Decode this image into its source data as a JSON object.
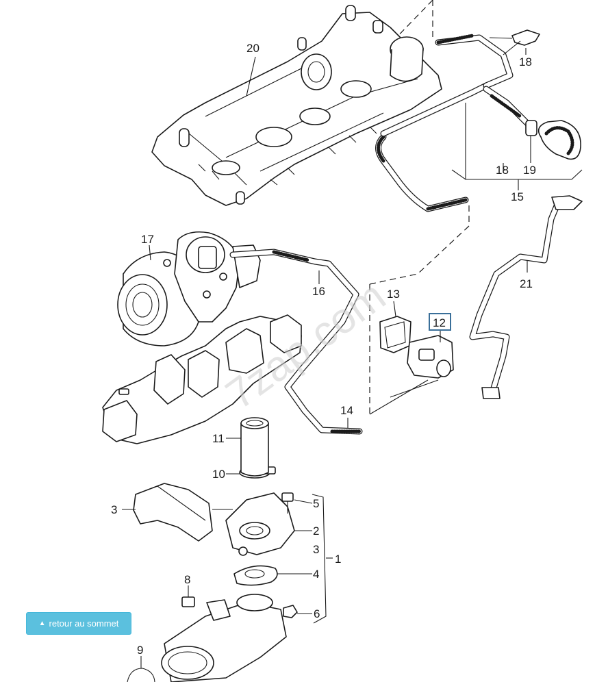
{
  "diagram": {
    "watermark": "7zap.com",
    "callouts": {
      "c20": "20",
      "c18a": "18",
      "c18b": "18",
      "c19": "19",
      "c15": "15",
      "c17": "17",
      "c16": "16",
      "c13": "13",
      "c12": "12",
      "c21": "21",
      "c14": "14",
      "c11": "11",
      "c10": "10",
      "c3a": "3",
      "c5": "5",
      "c2": "2",
      "c3b": "3",
      "c1": "1",
      "c4": "4",
      "c8": "8",
      "c6": "6",
      "c9": "9"
    },
    "highlighted_callout": "12",
    "highlight_color": "#3a6f99"
  },
  "back_to_top": {
    "label": "retour au sommet",
    "icon": "chevron-up-icon",
    "color": "#5bc0de"
  }
}
